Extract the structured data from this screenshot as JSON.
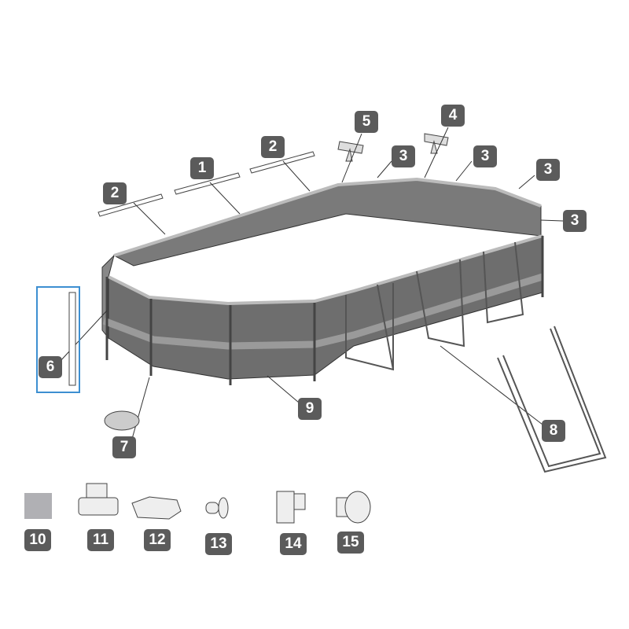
{
  "parts": [
    {
      "id": "top-rail-1",
      "label": "1"
    },
    {
      "id": "top-rail-2a",
      "label": "2"
    },
    {
      "id": "top-rail-2b",
      "label": "2"
    },
    {
      "id": "t-joint-3a",
      "label": "3"
    },
    {
      "id": "t-joint-3b",
      "label": "3"
    },
    {
      "id": "t-joint-3c",
      "label": "3"
    },
    {
      "id": "t-joint-3d",
      "label": "3"
    },
    {
      "id": "t-joint-4",
      "label": "4"
    },
    {
      "id": "t-joint-5",
      "label": "5"
    },
    {
      "id": "leg-6",
      "label": "6"
    },
    {
      "id": "leg-cap-7",
      "label": "7"
    },
    {
      "id": "ladder-8",
      "label": "8"
    },
    {
      "id": "liner-9",
      "label": "9"
    },
    {
      "id": "patch-10",
      "label": "10"
    },
    {
      "id": "nut-11",
      "label": "11"
    },
    {
      "id": "cap-12",
      "label": "12"
    },
    {
      "id": "plug-13",
      "label": "13"
    },
    {
      "id": "skimmer-14",
      "label": "14"
    },
    {
      "id": "strainer-15",
      "label": "15"
    }
  ],
  "colors": {
    "badge": "#5b5b5b",
    "highlight": "#3d8fd1",
    "wall": "#6e6e6e"
  }
}
